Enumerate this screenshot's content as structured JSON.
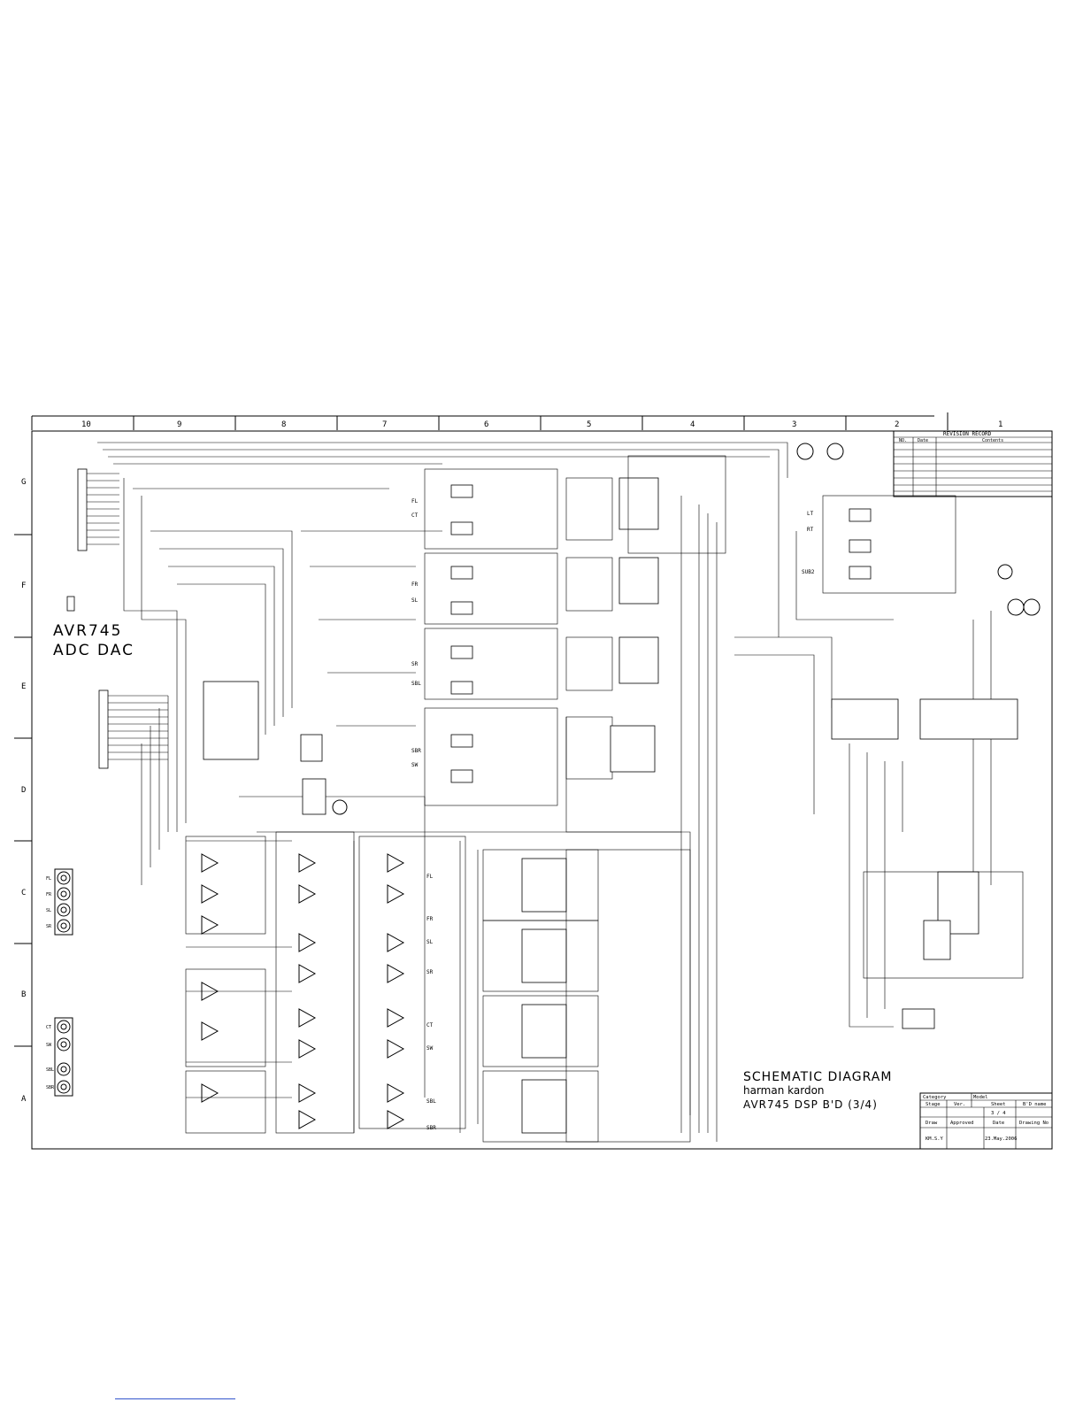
{
  "title_block": {
    "heading": "SCHEMATIC DIAGRAM",
    "brand": "harman kardon",
    "model_sheet": "AVR745 DSP B'D (3/4)"
  },
  "side_label": {
    "line1": "AVR745",
    "line2": "ADC DAC"
  },
  "grid": {
    "columns": [
      "10",
      "9",
      "8",
      "7",
      "6",
      "5",
      "4",
      "3",
      "2",
      "1"
    ],
    "rows": [
      "G",
      "F",
      "E",
      "D",
      "C",
      "B",
      "A"
    ]
  },
  "revision_record": {
    "title": "REVISION RECORD",
    "headers": [
      "NO.",
      "Date",
      "Contents"
    ]
  },
  "info_table": {
    "category_label": "Category",
    "model_label": "Model",
    "stage_label": "Stage",
    "ver_label": "Ver.",
    "sheet_label": "Sheet",
    "bd_name_label": "B'D name",
    "sheet_value": "3 / 4",
    "draw_label": "Draw",
    "approved_label": "Approved",
    "date_label": "Date",
    "drawing_no_label": "Drawing No",
    "draw_value": "KM.S.Y",
    "date_value": "23.May.2006"
  },
  "channel_labels": {
    "top_block": [
      "FL",
      "CT",
      "FR",
      "SL",
      "SR",
      "SBL",
      "SBR",
      "SW"
    ],
    "right_block": [
      "LT",
      "RT",
      "SUB2"
    ],
    "bottom_block": [
      "FL",
      "FR",
      "SL",
      "SR",
      "CT",
      "SW",
      "SBL",
      "SBR"
    ],
    "left_jacks_top": [
      "FL",
      "FR",
      "SL",
      "SR"
    ],
    "left_jacks_bottom": [
      "CT",
      "SW",
      "SBL",
      "SBR"
    ]
  }
}
